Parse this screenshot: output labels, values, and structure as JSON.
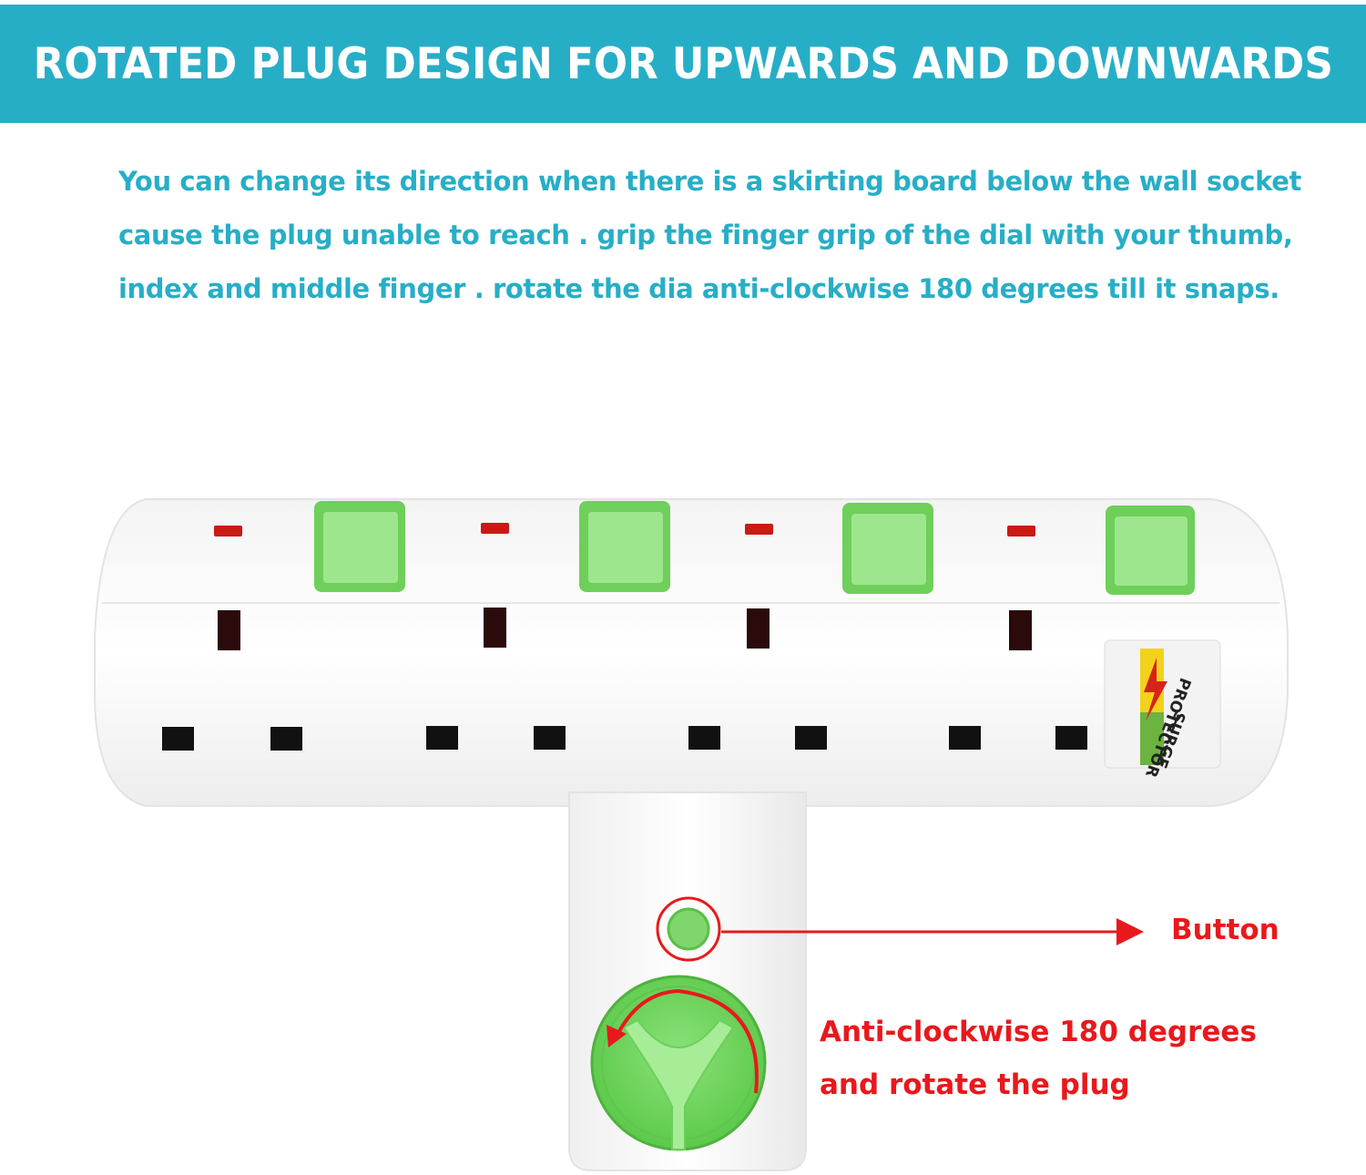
{
  "header": {
    "title": "ROTATED PLUG DESIGN FOR UPWARDS AND DOWNWARDS"
  },
  "description": {
    "lines": [
      "You can change its direction when there is a skirting board below the wall socket",
      "cause the plug unable to reach . grip the finger grip of the dial with your thumb,",
      "index  and middle finger . rotate the dia anti-clockwise 180 degrees till it snaps."
    ]
  },
  "callouts": {
    "button_label": "Button",
    "rotate_line1": "Anti-clockwise 180 degrees",
    "rotate_line2": "and rotate the plug"
  },
  "product": {
    "sticker_text_1": "SURGE",
    "sticker_text_2": "PROTECTOR"
  },
  "colors": {
    "accent_teal": "#27aec7",
    "switch_green": "#7fd66b",
    "callout_red": "#e8191c"
  }
}
